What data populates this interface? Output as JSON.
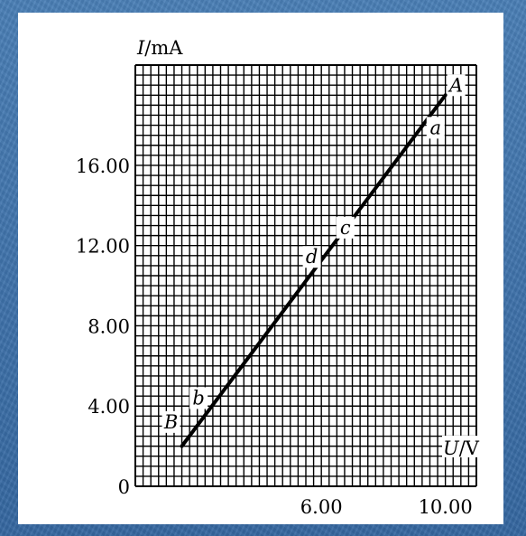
{
  "colors": {
    "background": "#3a6ea5",
    "panel": "#ffffff",
    "ink": "#000000"
  },
  "chart_data": {
    "type": "line",
    "title": "",
    "xlabel": "U/V",
    "ylabel": "I/mA",
    "xlabel_parts": {
      "symbol": "U",
      "unit": "/V"
    },
    "ylabel_parts": {
      "symbol": "I",
      "unit": "/mA"
    },
    "xlim": [
      0,
      11
    ],
    "ylim": [
      0,
      21
    ],
    "grid": true,
    "x_ticks": [
      {
        "value": 6,
        "label": "6.00"
      },
      {
        "value": 10,
        "label": "10.00"
      }
    ],
    "y_ticks": [
      {
        "value": 0,
        "label": "0"
      },
      {
        "value": 4,
        "label": "4.00"
      },
      {
        "value": 8,
        "label": "8.00"
      },
      {
        "value": 12,
        "label": "12.00"
      },
      {
        "value": 16,
        "label": "16.00"
      }
    ],
    "series": [
      {
        "x": [
          1.5,
          10.0
        ],
        "y": [
          2.0,
          19.5
        ]
      }
    ],
    "annotations": [
      {
        "text": "A",
        "x": 10.0,
        "y": 19.5
      },
      {
        "text": "a",
        "x": 9.8,
        "y": 18.1
      },
      {
        "text": "c",
        "x": 6.6,
        "y": 12.4
      },
      {
        "text": "d",
        "x": 6.1,
        "y": 11.3
      },
      {
        "text": "b",
        "x": 2.1,
        "y": 3.9
      },
      {
        "text": "B",
        "x": 1.5,
        "y": 2.8
      }
    ]
  }
}
